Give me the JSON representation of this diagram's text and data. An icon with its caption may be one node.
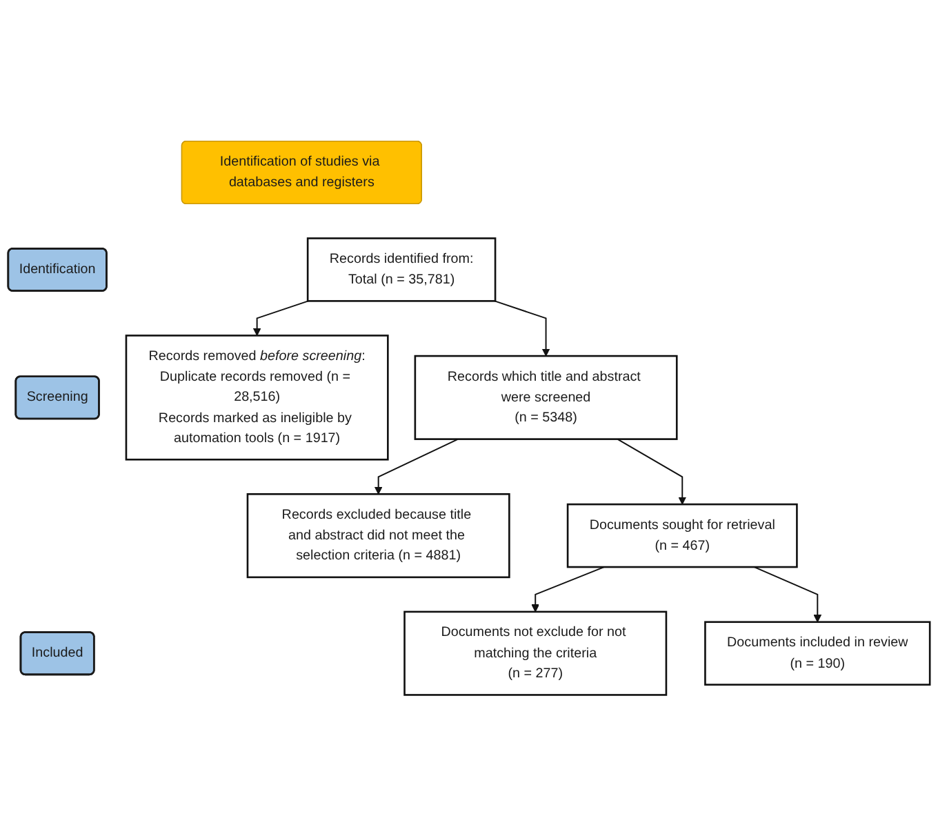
{
  "diagram": {
    "nodes": [
      {
        "text": [
          "Identification of studies via databases and registers"
        ]
      },
      {
        "text": [
          "Identification"
        ]
      },
      {
        "text": [
          "Records identified from:",
          "Total (n = 35,781)"
        ]
      },
      {
        "text": [
          "Records removed *before screening*:",
          "Duplicate records removed (n = 28,516)",
          "Records marked as ineligible by automation tools (n = 1917)"
        ]
      },
      {
        "text": [
          "Screening"
        ]
      },
      {
        "text": [
          "Records which title and abstract were screened",
          "(n = 5348)"
        ]
      },
      {
        "text": [
          "Records excluded because title and abstract did not meet the selection criteria (n = 4881)"
        ]
      },
      {
        "text": [
          "Documents sought for retrieval",
          "(n = 467)"
        ]
      },
      {
        "text": [
          "Documents not exclude for not matching the criteria",
          "(n = 277)"
        ]
      },
      {
        "text": [
          "Included"
        ]
      },
      {
        "text": [
          "Documents included in review",
          "(n = 190)"
        ]
      }
    ],
    "edges": [
      {
        "from": 2,
        "to": 3,
        "arrow": "to"
      },
      {
        "from": 2,
        "to": 5,
        "arrow": "to"
      },
      {
        "from": 5,
        "to": 6,
        "arrow": "to"
      },
      {
        "from": 5,
        "to": 7,
        "arrow": "to"
      },
      {
        "from": 7,
        "to": 8,
        "arrow": "to"
      },
      {
        "from": 7,
        "to": 10,
        "arrow": "to"
      }
    ]
  }
}
